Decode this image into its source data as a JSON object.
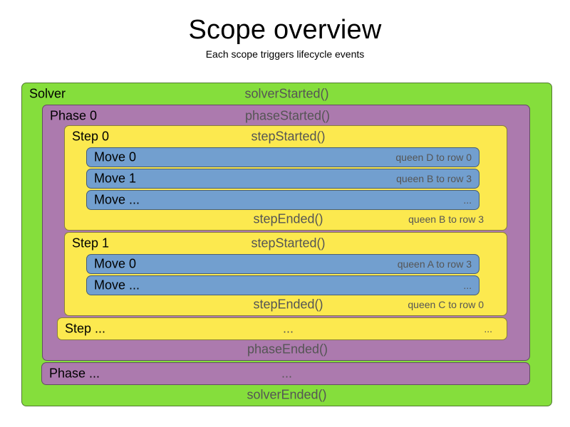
{
  "header": {
    "title": "Scope overview",
    "subtitle": "Each scope triggers lifecycle events"
  },
  "colors": {
    "solver": "#85DE3C",
    "phase": "#AC7AAE",
    "step": "#FCE94F",
    "move": "#729FCF",
    "event_text": "#555555",
    "label_text": "#000000",
    "background": "#FFFFFF"
  },
  "diagram": {
    "type": "nested-scope-lifecycle",
    "solver": {
      "label": "Solver",
      "started_event": "solverStarted()",
      "ended_event": "solverEnded()",
      "phases": [
        {
          "label": "Phase 0",
          "started_event": "phaseStarted()",
          "ended_event": "phaseEnded()",
          "steps": [
            {
              "label": "Step 0",
              "started_event": "stepStarted()",
              "ended_event": "stepEnded()",
              "ended_detail": "queen B to row 3",
              "moves": [
                {
                  "label": "Move 0",
                  "detail": "queen D to row 0"
                },
                {
                  "label": "Move 1",
                  "detail": "queen B to row 3"
                },
                {
                  "label": "Move ...",
                  "detail": "..."
                }
              ]
            },
            {
              "label": "Step 1",
              "started_event": "stepStarted()",
              "ended_event": "stepEnded()",
              "ended_detail": "queen C to row 0",
              "moves": [
                {
                  "label": "Move 0",
                  "detail": "queen A to row 3"
                },
                {
                  "label": "Move ...",
                  "detail": "..."
                }
              ]
            },
            {
              "label": "Step ...",
              "started_event": "...",
              "ended_detail": "..."
            }
          ]
        },
        {
          "label": "Phase ...",
          "started_event": "..."
        }
      ]
    }
  }
}
